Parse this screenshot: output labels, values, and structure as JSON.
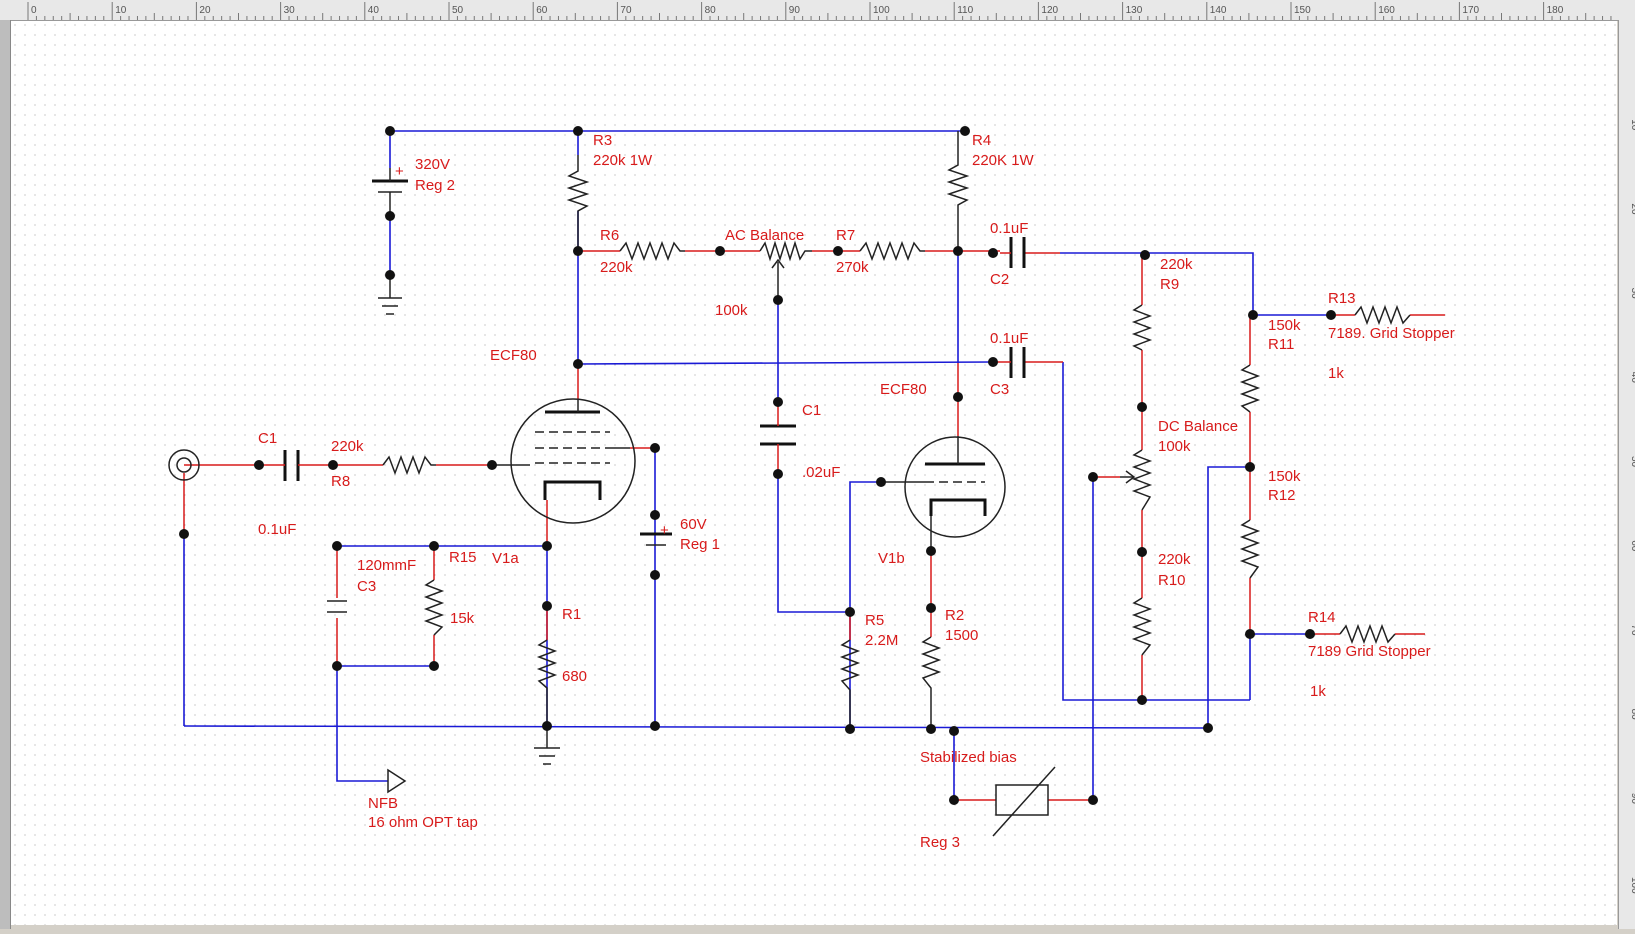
{
  "ruler": {
    "top_ticks": [
      "0",
      "10",
      "20",
      "30",
      "40",
      "50",
      "60",
      "70",
      "80",
      "90",
      "100",
      "110",
      "120",
      "130",
      "140",
      "150",
      "160",
      "170",
      "180"
    ],
    "right_ticks": [
      "10",
      "20",
      "30",
      "40",
      "50",
      "60",
      "70",
      "80",
      "90",
      "100"
    ]
  },
  "labels": {
    "r3": "R3",
    "r3_val": "220k 1W",
    "r4": "R4",
    "r4_val": "220K 1W",
    "batt_reg2_v": "320V",
    "batt_reg2": "Reg 2",
    "r6": "R6",
    "r6_val": "220k",
    "ac_balance": "AC Balance",
    "ac_balance_val": "100k",
    "r7": "R7",
    "r7_val": "270k",
    "c2_val": "0.1uF",
    "c2": "C2",
    "c3_val": "0.1uF",
    "c3": "C3",
    "r9_val": "220k",
    "r9": "R9",
    "r11_val": "150k",
    "r11": "R11",
    "r13": "R13",
    "r13_desc": "7189. Grid Stopper",
    "r13_val": "1k",
    "ecf80_a": "ECF80",
    "ecf80_b": "ECF80",
    "c1_mid": "C1",
    "c1_mid_val": ".02uF",
    "dc_balance": "DC Balance",
    "dc_balance_val": "100k",
    "r12_val": "150k",
    "r12": "R12",
    "c1_in": "C1",
    "c1_in_val": "0.1uF",
    "r8_val": "220k",
    "r8": "R8",
    "c3_small_val": "120mmF",
    "c3_small": "C3",
    "r15": "R15",
    "v1a": "V1a",
    "r15_val": "15k",
    "batt_reg1_v": "60V",
    "batt_reg1": "Reg 1",
    "r1": "R1",
    "r1_val": "680",
    "v1b": "V1b",
    "r5": "R5",
    "r5_val": "2.2M",
    "r2": "R2",
    "r2_val": "1500",
    "r10_val": "220k",
    "r10": "R10",
    "r14": "R14",
    "r14_desc": "7189 Grid Stopper",
    "r14_val": "1k",
    "stab_bias": "Stabilized bias",
    "reg3": "Reg 3",
    "nfb": "NFB",
    "nfb_desc": "16 ohm OPT tap",
    "plus": "+"
  }
}
